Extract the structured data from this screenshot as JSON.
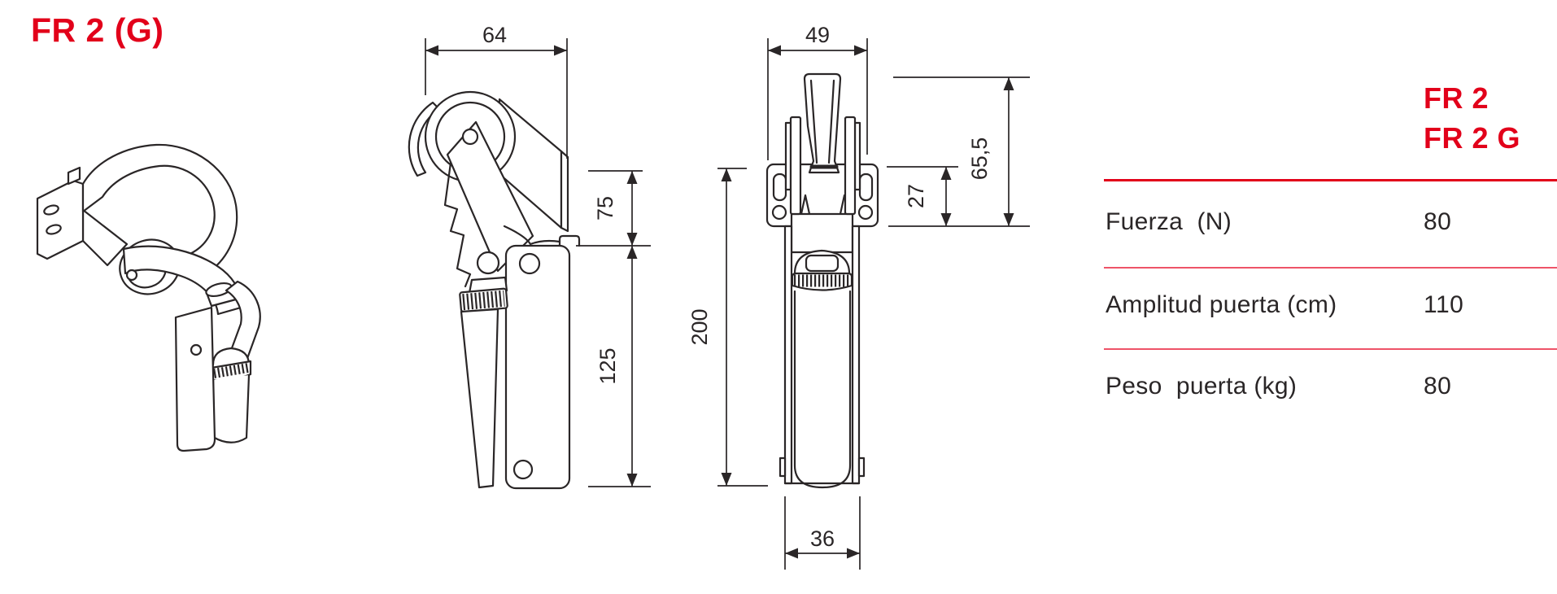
{
  "title": "FR 2 (G)",
  "colors": {
    "accent": "#e2001a",
    "separator": "#ee5368",
    "ink": "#2a2627"
  },
  "table": {
    "header_line1": "FR 2",
    "header_line2": "FR 2 G",
    "rows": [
      {
        "label": "Fuerza  (N)",
        "value": "80"
      },
      {
        "label": "Amplitud puerta (cm)",
        "value": "110"
      },
      {
        "label": "Peso  puerta (kg)",
        "value": "80"
      }
    ]
  },
  "drawings": {
    "side_view": {
      "width_top_mm": "64",
      "upper_height_mm": "75",
      "lower_height_mm": "125"
    },
    "front_view": {
      "width_top_mm": "49",
      "height_above_plate_mm": "65,5",
      "plate_drop_mm": "27",
      "total_height_mm": "200",
      "width_bottom_mm": "36"
    }
  }
}
